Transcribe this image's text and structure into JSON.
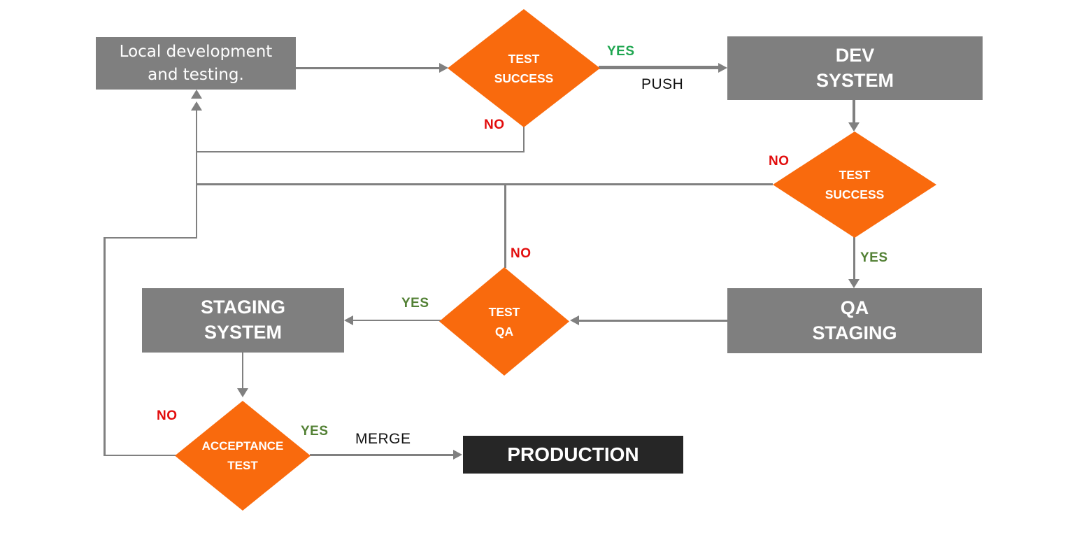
{
  "diagram": {
    "type": "flowchart",
    "colors": {
      "process_box": "#7f7f7f",
      "decision_diamond": "#f96a0d",
      "terminal_box": "#262626",
      "connector": "#808080",
      "yes_label_bright": "#1fa650",
      "yes_label_dark": "#538135",
      "no_label": "#e20d0d",
      "action_label": "#121212",
      "node_text": "#ffffff"
    },
    "nodes": {
      "local_dev": {
        "type": "process",
        "label": "Local development\nand testing."
      },
      "test_success_1": {
        "type": "decision",
        "label": "TEST\nSUCCESS"
      },
      "dev_system": {
        "type": "process",
        "label": "DEV\nSYSTEM"
      },
      "test_success_2": {
        "type": "decision",
        "label": "TEST\nSUCCESS"
      },
      "qa_staging": {
        "type": "process",
        "label": "QA\nSTAGING"
      },
      "test_qa": {
        "type": "decision",
        "label": "TEST\nQA"
      },
      "staging_system": {
        "type": "process",
        "label": "STAGING\nSYSTEM"
      },
      "acceptance_test": {
        "type": "decision",
        "label": "ACCEPTANCE\nTEST"
      },
      "production": {
        "type": "terminal",
        "label": "PRODUCTION"
      }
    },
    "edge_labels": {
      "yes_test_success_1": "YES",
      "push": "PUSH",
      "no_test_success_1": "NO",
      "no_test_success_2": "NO",
      "yes_test_success_2": "YES",
      "no_test_qa": "NO",
      "yes_test_qa": "YES",
      "no_acceptance_test": "NO",
      "yes_acceptance_test": "YES",
      "merge": "MERGE"
    },
    "flow_summary": "Local development and testing -> TEST SUCCESS (YES: PUSH to DEV SYSTEM, NO: back to local) -> TEST SUCCESS (YES: QA STAGING, NO: back to local) -> TEST QA (YES: STAGING SYSTEM, NO: back to local) -> ACCEPTANCE TEST (YES: MERGE to PRODUCTION, NO: back to local)"
  }
}
